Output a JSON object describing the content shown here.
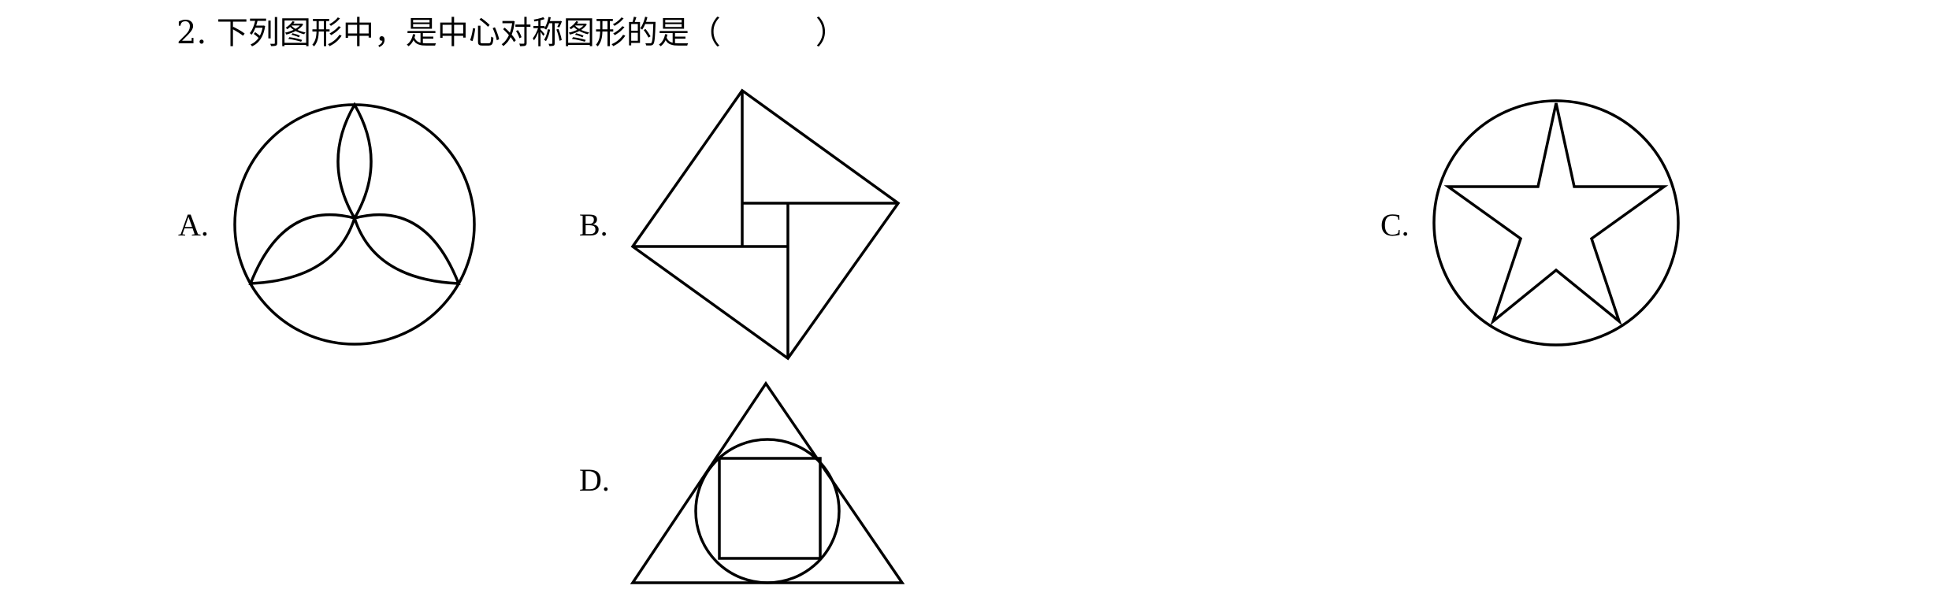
{
  "question": {
    "number": "2.",
    "text": "下列图形中，是中心对称图形的是（　　　）"
  },
  "options": [
    {
      "label": "A.",
      "figure": "circle-with-three-lens-arcs"
    },
    {
      "label": "B.",
      "figure": "square-dissected-into-four-triangles"
    },
    {
      "label": "C.",
      "figure": "five-pointed-star-in-circle"
    },
    {
      "label": "D.",
      "figure": "triangle-with-inscribed-circle-and-square"
    }
  ]
}
